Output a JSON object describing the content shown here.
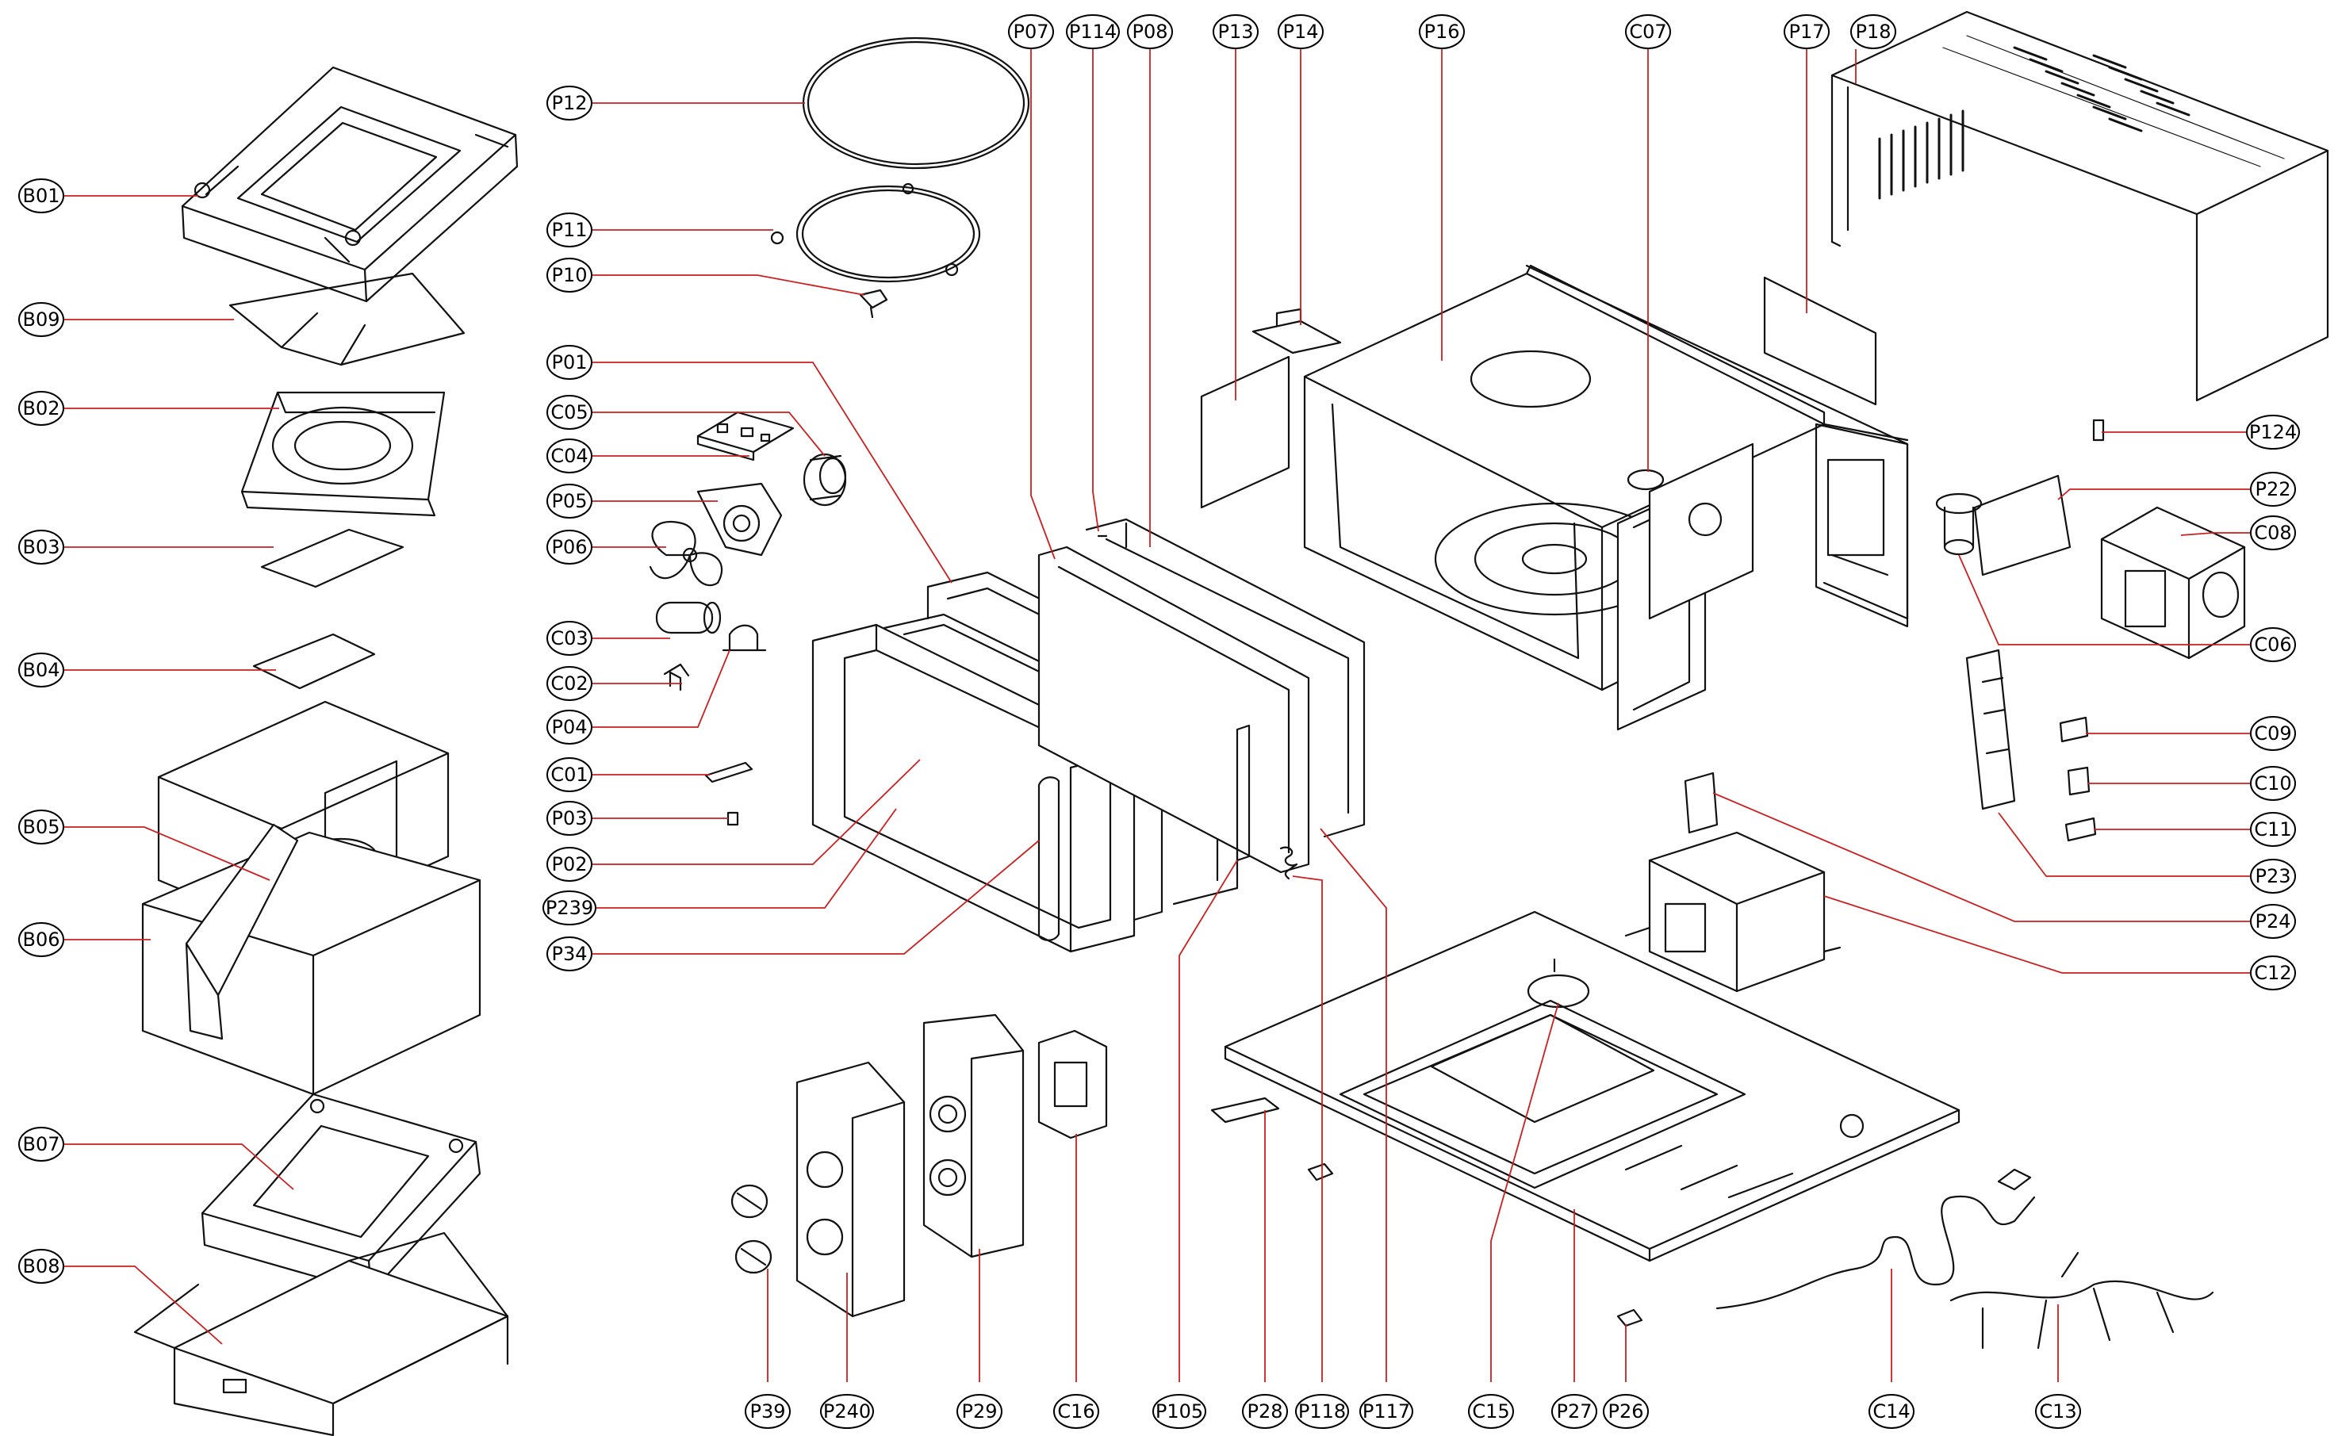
{
  "diagram": {
    "labels": [
      {
        "id": "B01",
        "text": "B01"
      },
      {
        "id": "B09",
        "text": "B09"
      },
      {
        "id": "B02",
        "text": "B02"
      },
      {
        "id": "B03",
        "text": "B03"
      },
      {
        "id": "B04",
        "text": "B04"
      },
      {
        "id": "B05",
        "text": "B05"
      },
      {
        "id": "B06",
        "text": "B06"
      },
      {
        "id": "B07",
        "text": "B07"
      },
      {
        "id": "B08",
        "text": "B08"
      },
      {
        "id": "P12",
        "text": "P12"
      },
      {
        "id": "P11",
        "text": "P11"
      },
      {
        "id": "P10",
        "text": "P10"
      },
      {
        "id": "P01",
        "text": "P01"
      },
      {
        "id": "C05",
        "text": "C05"
      },
      {
        "id": "C04",
        "text": "C04"
      },
      {
        "id": "P05",
        "text": "P05"
      },
      {
        "id": "P06",
        "text": "P06"
      },
      {
        "id": "C03",
        "text": "C03"
      },
      {
        "id": "C02",
        "text": "C02"
      },
      {
        "id": "P04",
        "text": "P04"
      },
      {
        "id": "C01",
        "text": "C01"
      },
      {
        "id": "P03",
        "text": "P03"
      },
      {
        "id": "P02",
        "text": "P02"
      },
      {
        "id": "P239",
        "text": "P239"
      },
      {
        "id": "P34",
        "text": "P34"
      },
      {
        "id": "P07",
        "text": "P07"
      },
      {
        "id": "P114",
        "text": "P114"
      },
      {
        "id": "P08",
        "text": "P08"
      },
      {
        "id": "P13",
        "text": "P13"
      },
      {
        "id": "P14",
        "text": "P14"
      },
      {
        "id": "P16",
        "text": "P16"
      },
      {
        "id": "C07",
        "text": "C07"
      },
      {
        "id": "P17",
        "text": "P17"
      },
      {
        "id": "P18",
        "text": "P18"
      },
      {
        "id": "P124",
        "text": "P124"
      },
      {
        "id": "P22",
        "text": "P22"
      },
      {
        "id": "C08",
        "text": "C08"
      },
      {
        "id": "C06",
        "text": "C06"
      },
      {
        "id": "C09",
        "text": "C09"
      },
      {
        "id": "C10",
        "text": "C10"
      },
      {
        "id": "C11",
        "text": "C11"
      },
      {
        "id": "P23",
        "text": "P23"
      },
      {
        "id": "P24",
        "text": "P24"
      },
      {
        "id": "C12",
        "text": "C12"
      },
      {
        "id": "P39",
        "text": "P39"
      },
      {
        "id": "P240",
        "text": "P240"
      },
      {
        "id": "P29",
        "text": "P29"
      },
      {
        "id": "C16",
        "text": "C16"
      },
      {
        "id": "P105",
        "text": "P105"
      },
      {
        "id": "P28",
        "text": "P28"
      },
      {
        "id": "P118",
        "text": "P118"
      },
      {
        "id": "P117",
        "text": "P117"
      },
      {
        "id": "C15",
        "text": "C15"
      },
      {
        "id": "P27",
        "text": "P27"
      },
      {
        "id": "P26",
        "text": "P26"
      },
      {
        "id": "C14",
        "text": "C14"
      },
      {
        "id": "C13",
        "text": "C13"
      }
    ],
    "colors": {
      "leader": "#cc1f1f",
      "outline": "#111111",
      "label_border": "#000000",
      "background": "#ffffff"
    }
  }
}
